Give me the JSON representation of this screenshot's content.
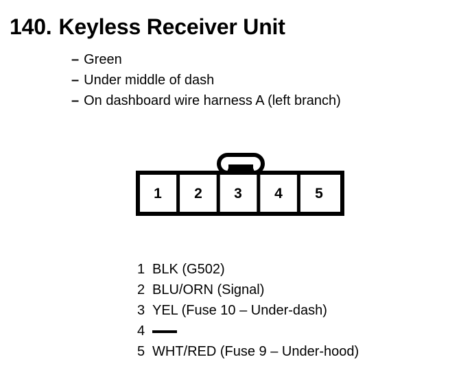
{
  "title": {
    "number": "140.",
    "text": "Keyless Receiver Unit"
  },
  "attributes": [
    {
      "dash": "–",
      "text": "Green"
    },
    {
      "dash": "–",
      "text": "Under middle of dash"
    },
    {
      "dash": "–",
      "text": "On dashboard wire harness A (left branch)"
    }
  ],
  "connector": {
    "cells": [
      "1",
      "2",
      "3",
      "4",
      "5"
    ],
    "latch_icon": "connector-latch-tab",
    "stroke_color": "#000000",
    "fill_color": "#ffffff"
  },
  "pins": [
    {
      "number": "1",
      "description": "BLK (G502)"
    },
    {
      "number": "2",
      "description": "BLU/ORN (Signal)"
    },
    {
      "number": "3",
      "description": "YEL (Fuse 10 – Under-dash)"
    },
    {
      "number": "4",
      "description": ""
    },
    {
      "number": "5",
      "description": "WHT/RED (Fuse 9 – Under-hood)"
    }
  ]
}
